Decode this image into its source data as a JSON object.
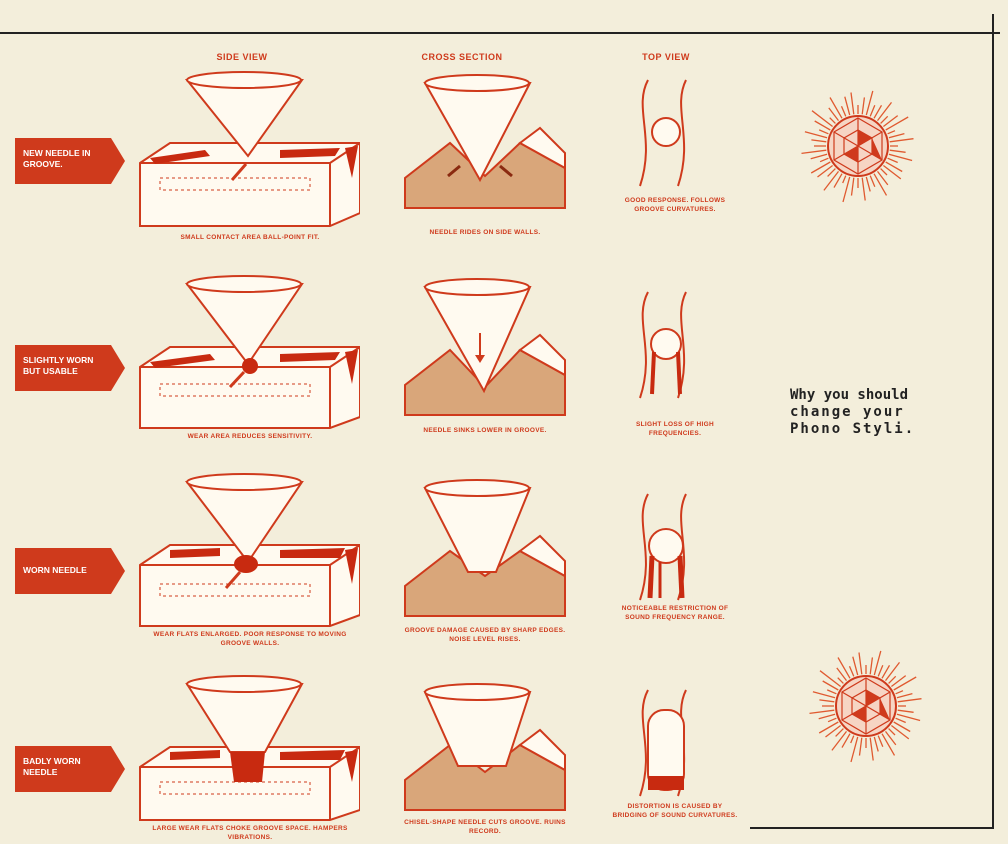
{
  "headers": {
    "side_view": "SIDE VIEW",
    "cross_section": "CROSS SECTION",
    "top_view": "TOP VIEW"
  },
  "rows": [
    {
      "badge": "NEW NEEDLE IN GROOVE.",
      "side_caption": "SMALL CONTACT AREA  BALL-POINT FIT.",
      "cross_caption": "NEEDLE RIDES ON SIDE WALLS.",
      "top_caption": "GOOD RESPONSE. FOLLOWS GROOVE CURVATURES."
    },
    {
      "badge": "SLIGHTLY WORN BUT USABLE",
      "side_caption": "WEAR AREA REDUCES SENSITIVITY.",
      "cross_caption": "NEEDLE SINKS LOWER IN GROOVE.",
      "top_caption": "SLIGHT LOSS OF HIGH FREQUENCIES."
    },
    {
      "badge": "WORN NEEDLE",
      "side_caption": "WEAR FLATS ENLARGED. POOR RESPONSE TO MOVING GROOVE WALLS.",
      "cross_caption": "GROOVE DAMAGE CAUSED BY SHARP EDGES. NOISE LEVEL RISES.",
      "top_caption": "NOTICEABLE RESTRICTION OF SOUND FREQUENCY RANGE."
    },
    {
      "badge": "BADLY WORN NEEDLE",
      "side_caption": "LARGE WEAR FLATS CHOKE GROOVE SPACE. HAMPERS VIBRATIONS.",
      "cross_caption": "CHISEL-SHAPE NEEDLE CUTS GROOVE. RUINS RECORD.",
      "top_caption": "DISTORTION IS CAUSED BY BRIDGING OF SOUND CURVATURES."
    }
  ],
  "side_note": {
    "line1": "Why you should",
    "line2": "change your",
    "line3": "Phono Styli."
  },
  "colors": {
    "accent": "#cf3a1c",
    "groove_fill": "#d9a67a",
    "paper": "#f3eedb"
  },
  "icons": [
    "diamond-starburst-icon"
  ]
}
